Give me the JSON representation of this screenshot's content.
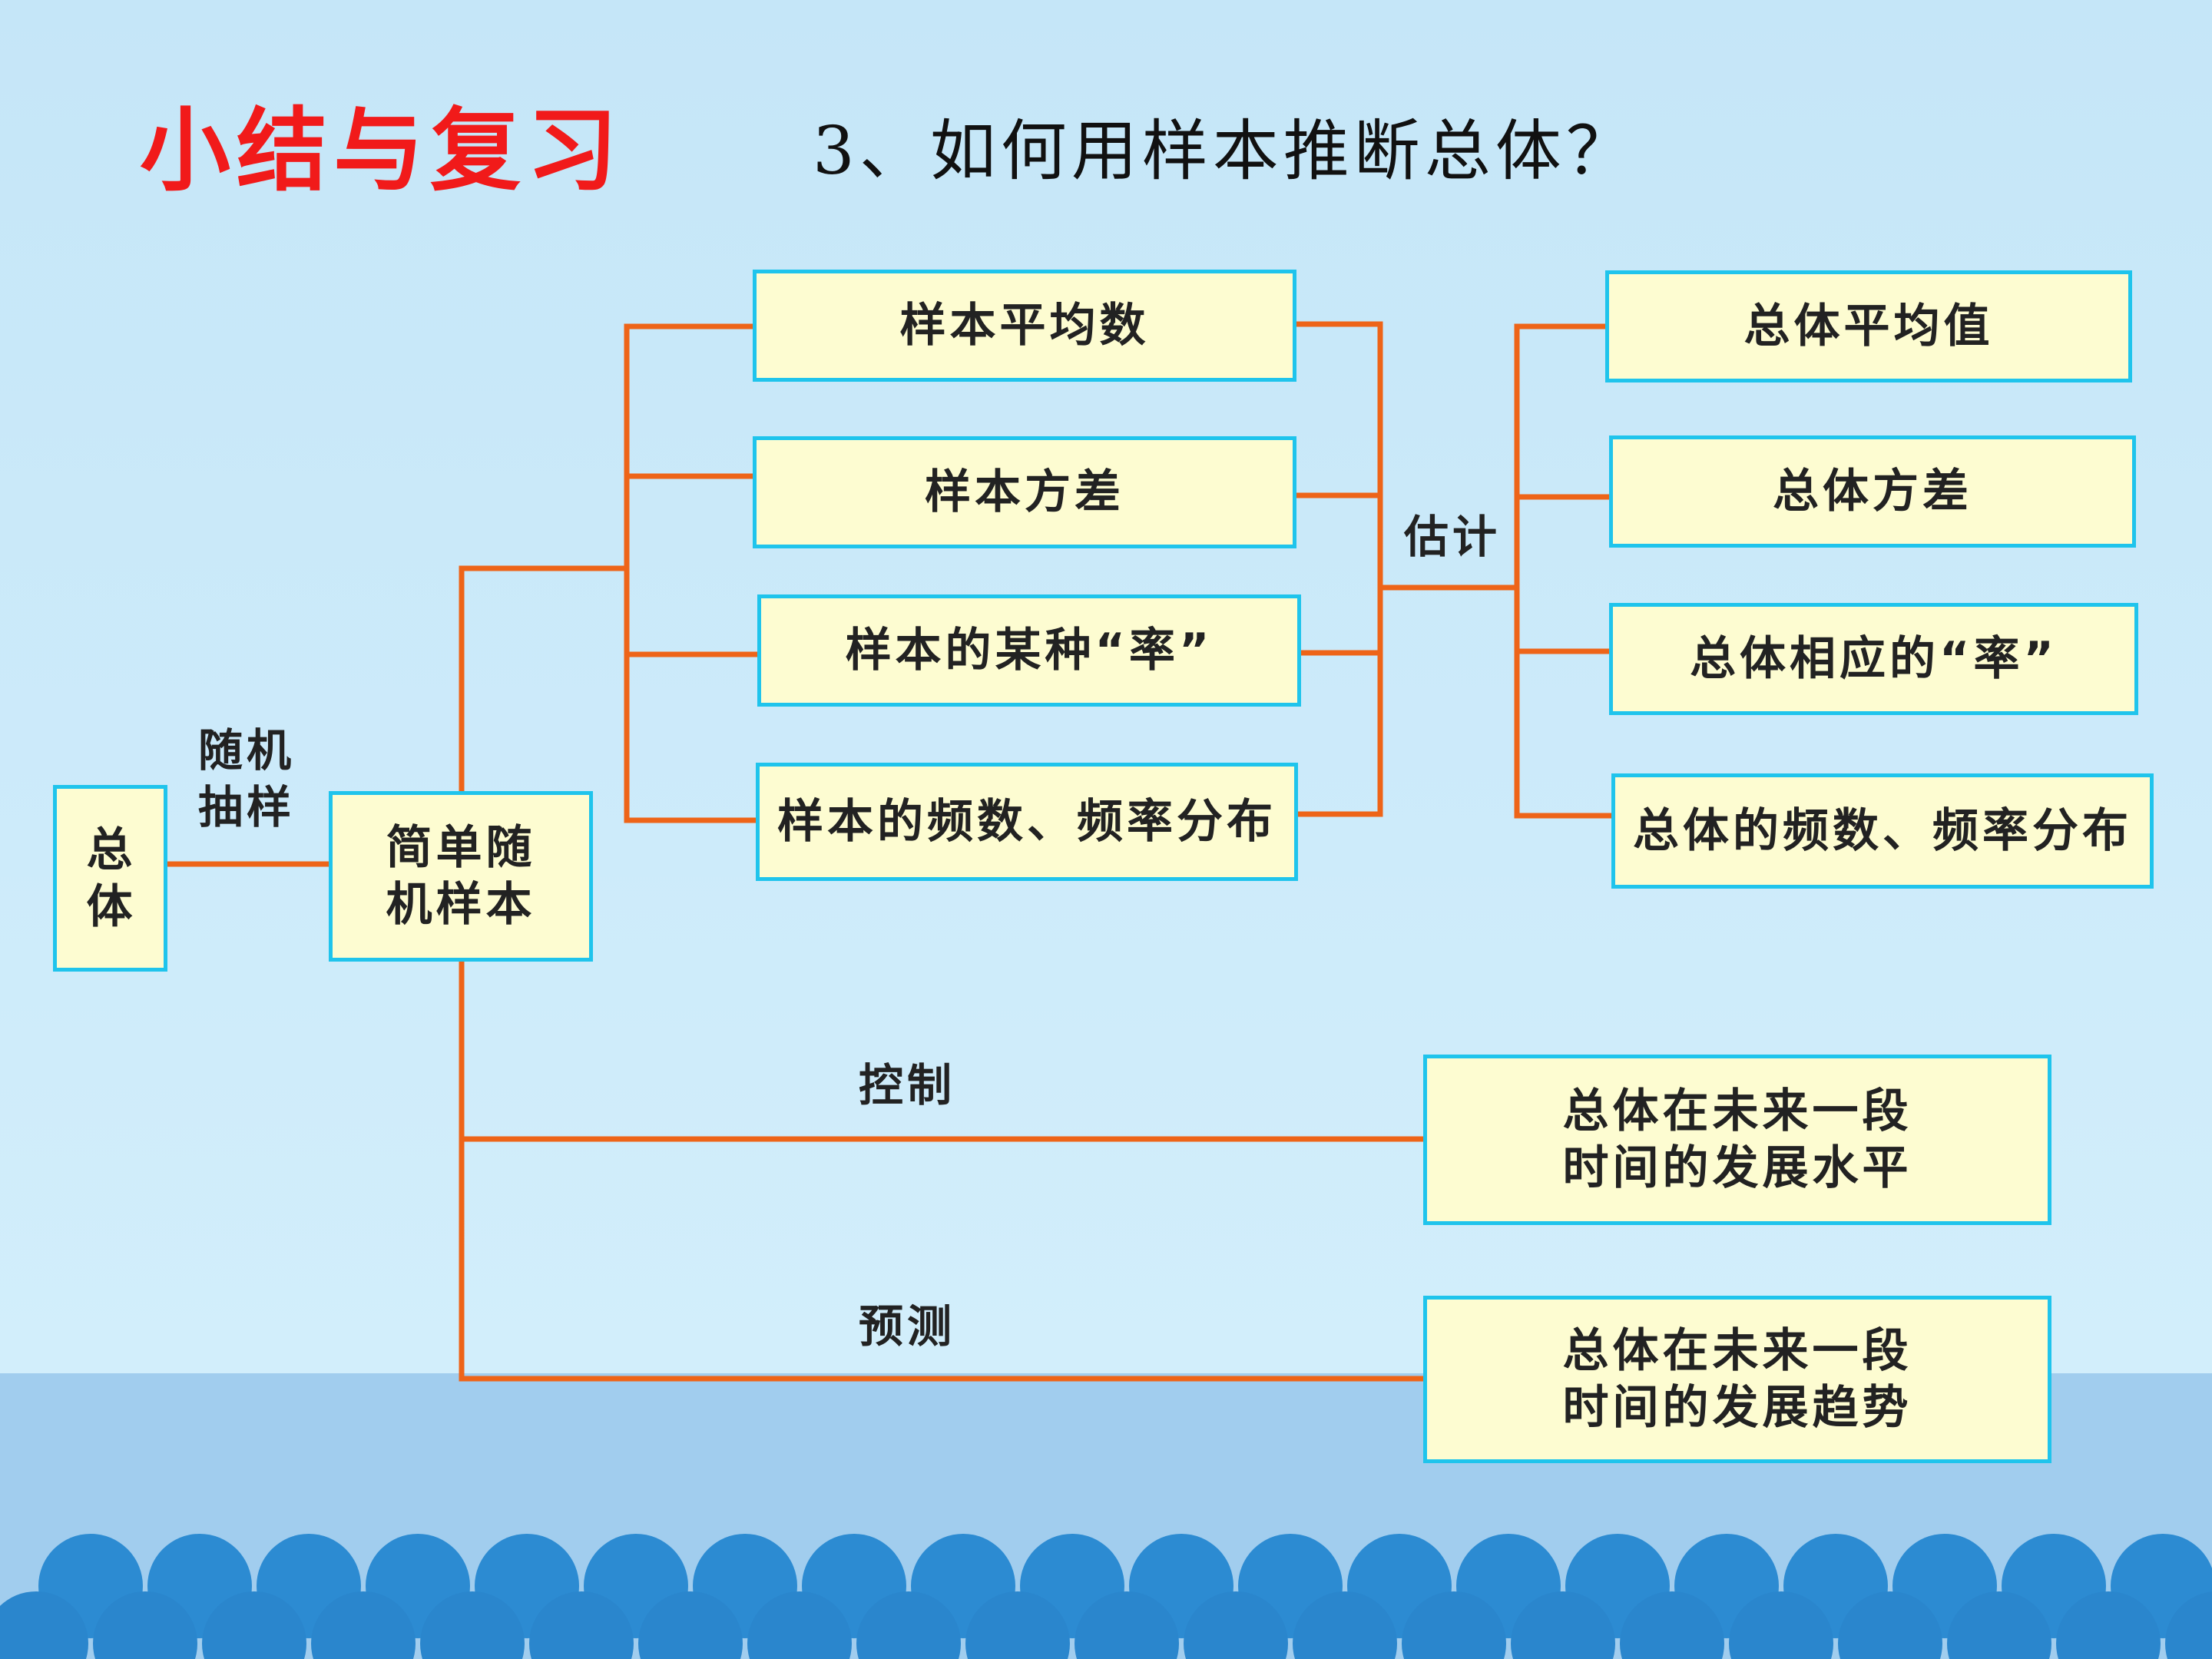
{
  "title": "小结与复习",
  "subtitle": "3、如何用样本推断总体？",
  "root": "总体",
  "edge_random": "随机\n抽样",
  "sample": "简单随\n机样本",
  "sample_stats": [
    "样本平均数",
    "样本方差",
    "样本的某种“率”",
    "样本的频数、频率分布"
  ],
  "edge_estimate": "估计",
  "population_stats": [
    "总体平均值",
    "总体方差",
    "总体相应的“率”",
    "总体的频数、频率分布"
  ],
  "edge_control": "控制",
  "control_target": "总体在未来一段\n时间的发展水平",
  "edge_predict": "预测",
  "predict_target": "总体在未来一段\n时间的发展趋势",
  "colors": {
    "connector": "#ee6418",
    "box_fill": "#fdfcd1",
    "box_border": "#1fc4ec",
    "title": "#f11a1a",
    "wave": "#2c8bd2"
  }
}
